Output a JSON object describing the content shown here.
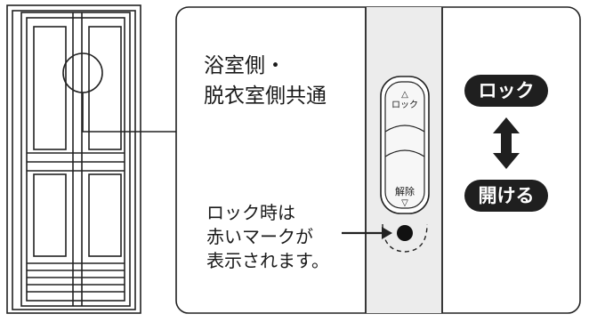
{
  "callout": {
    "shared_label_line1": "浴室側・",
    "shared_label_line2": "脱衣室側共通",
    "note_line1": "ロック時は",
    "note_line2": "赤いマークが",
    "note_line3": "表示されます。"
  },
  "lock_button": {
    "arrow_up": "△",
    "label": "ロック"
  },
  "release_button": {
    "label": "解除",
    "arrow_down": "▽"
  },
  "badges": {
    "lock": "ロック",
    "open": "開ける"
  },
  "colors": {
    "badge_fill": "#1f1f1f",
    "line": "#222222"
  }
}
